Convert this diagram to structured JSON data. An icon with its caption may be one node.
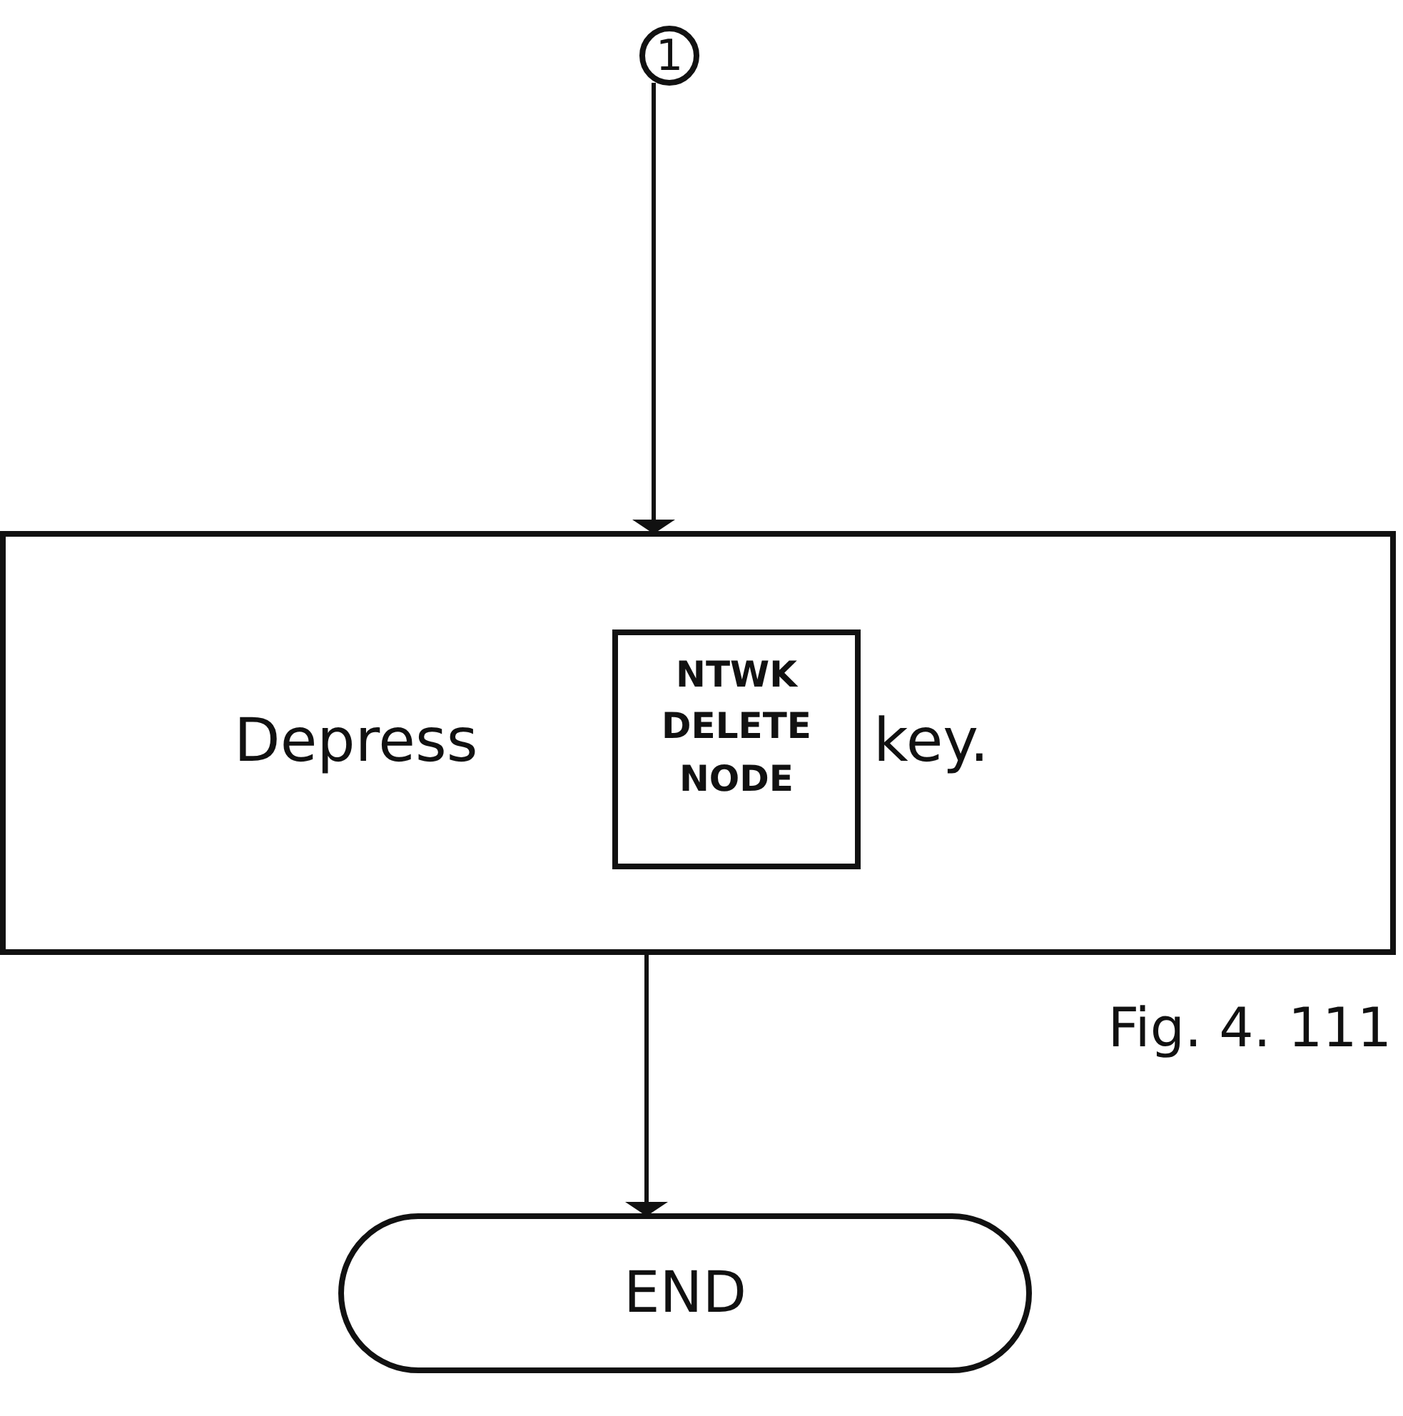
{
  "diagram": {
    "caption": "Fig. 4. 111",
    "nodes": [
      {
        "text": [
          "1"
        ]
      },
      {
        "text": [
          "Depress",
          "key."
        ]
      },
      {
        "text": [
          "NTWK DELETE NODE"
        ],
        "in": 1
      },
      {
        "text": [
          "END"
        ]
      }
    ],
    "edges": [
      {
        "from": 0,
        "to": 1,
        "arrow": "to"
      },
      {
        "from": 1,
        "to": 3,
        "arrow": "to"
      }
    ]
  }
}
